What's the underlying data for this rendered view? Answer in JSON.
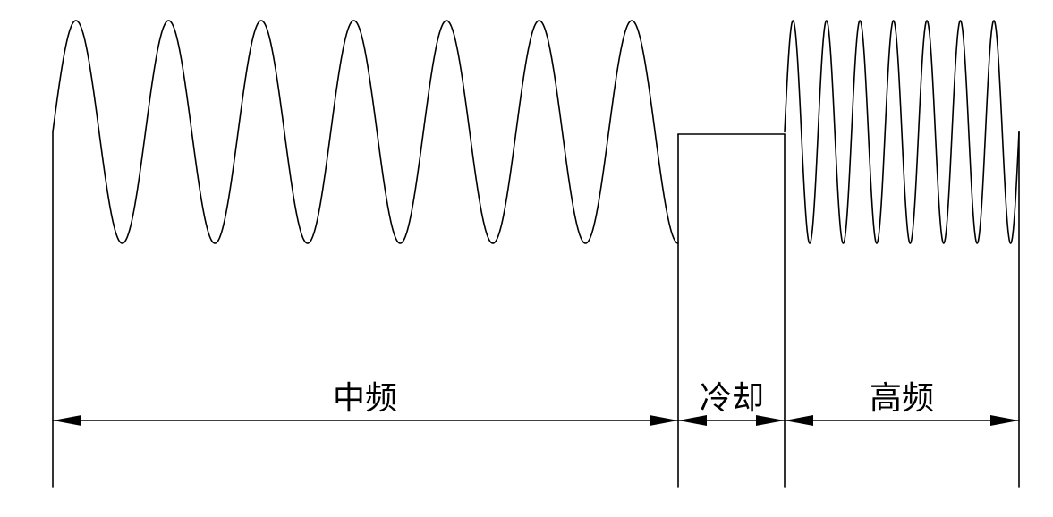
{
  "labels": {
    "medium_frequency": "中频",
    "cooling": "冷却",
    "high_frequency": "高频"
  },
  "waveform": {
    "medium_frequency_cycles": 7,
    "high_frequency_cycles": 7
  },
  "colors": {
    "line": "#000000",
    "background": "#ffffff"
  }
}
